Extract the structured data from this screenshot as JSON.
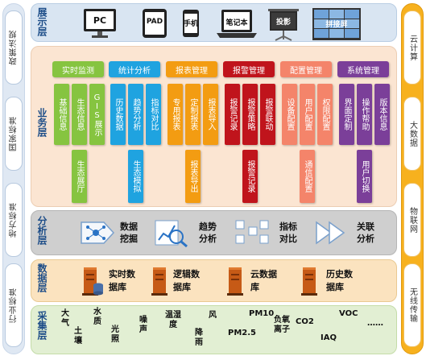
{
  "side_left": [
    "政策法规",
    "国家标准",
    "地方标准",
    "行业标准"
  ],
  "side_right": [
    "云计算",
    "大数据",
    "物联网",
    "无线传输"
  ],
  "layers": {
    "display": "展示层",
    "business": "业务层",
    "analysis": "分析层",
    "data": "数据层",
    "collect": "采集层"
  },
  "devices": [
    "PC",
    "PAD",
    "手机",
    "笔记本",
    "投影",
    "拼接屏"
  ],
  "modules": [
    "实时监测",
    "统计分析",
    "报表管理",
    "报警管理",
    "配置管理",
    "系统管理"
  ],
  "colors": {
    "green": "#86c440",
    "cyan": "#1fa3e0",
    "orange": "#f39c12",
    "red": "#c0141c",
    "salmon": "#f4846a",
    "purple": "#7b3f99"
  },
  "subs_top": [
    {
      "label": "基础信息",
      "color": "green"
    },
    {
      "label": "生态信息",
      "color": "green"
    },
    {
      "label": "GIS展示",
      "color": "green"
    },
    {
      "label": "历史数据",
      "color": "cyan"
    },
    {
      "label": "趋势分析",
      "color": "cyan"
    },
    {
      "label": "指标对比",
      "color": "cyan"
    },
    {
      "label": "专用报表",
      "color": "orange"
    },
    {
      "label": "定制报表",
      "color": "orange"
    },
    {
      "label": "报表导入",
      "color": "orange"
    },
    {
      "label": "报警记录",
      "color": "red"
    },
    {
      "label": "报警策略",
      "color": "red"
    },
    {
      "label": "报警联动",
      "color": "red"
    },
    {
      "label": "设备配置",
      "color": "salmon"
    },
    {
      "label": "用户配置",
      "color": "salmon"
    },
    {
      "label": "权限配置",
      "color": "salmon"
    },
    {
      "label": "界面定制",
      "color": "purple"
    },
    {
      "label": "操作帮助",
      "color": "purple"
    },
    {
      "label": "版本信息",
      "color": "purple"
    }
  ],
  "subs_bottom": [
    {
      "label": "生态展厅",
      "color": "green"
    },
    {
      "label": "生态模拟",
      "color": "cyan"
    },
    {
      "label": "报表导出",
      "color": "orange"
    },
    {
      "label": "报警记录",
      "color": "red"
    },
    {
      "label": "通信配置",
      "color": "salmon"
    },
    {
      "label": "用户切换",
      "color": "purple"
    }
  ],
  "analysis": [
    "数据\n挖掘",
    "趋势\n分析",
    "指标\n对比",
    "关联\n分析"
  ],
  "databases": [
    "实时数\n据库",
    "逻辑数\n据库",
    "云数据\n库",
    "历史数\n据库"
  ],
  "collect": [
    "大气",
    "土壤",
    "水质",
    "光照",
    "噪声",
    "温湿度",
    "降雨",
    "风",
    "PM2.5",
    "PM10",
    "负氧离子",
    "CO2",
    "IAQ",
    "VOC",
    "……"
  ]
}
